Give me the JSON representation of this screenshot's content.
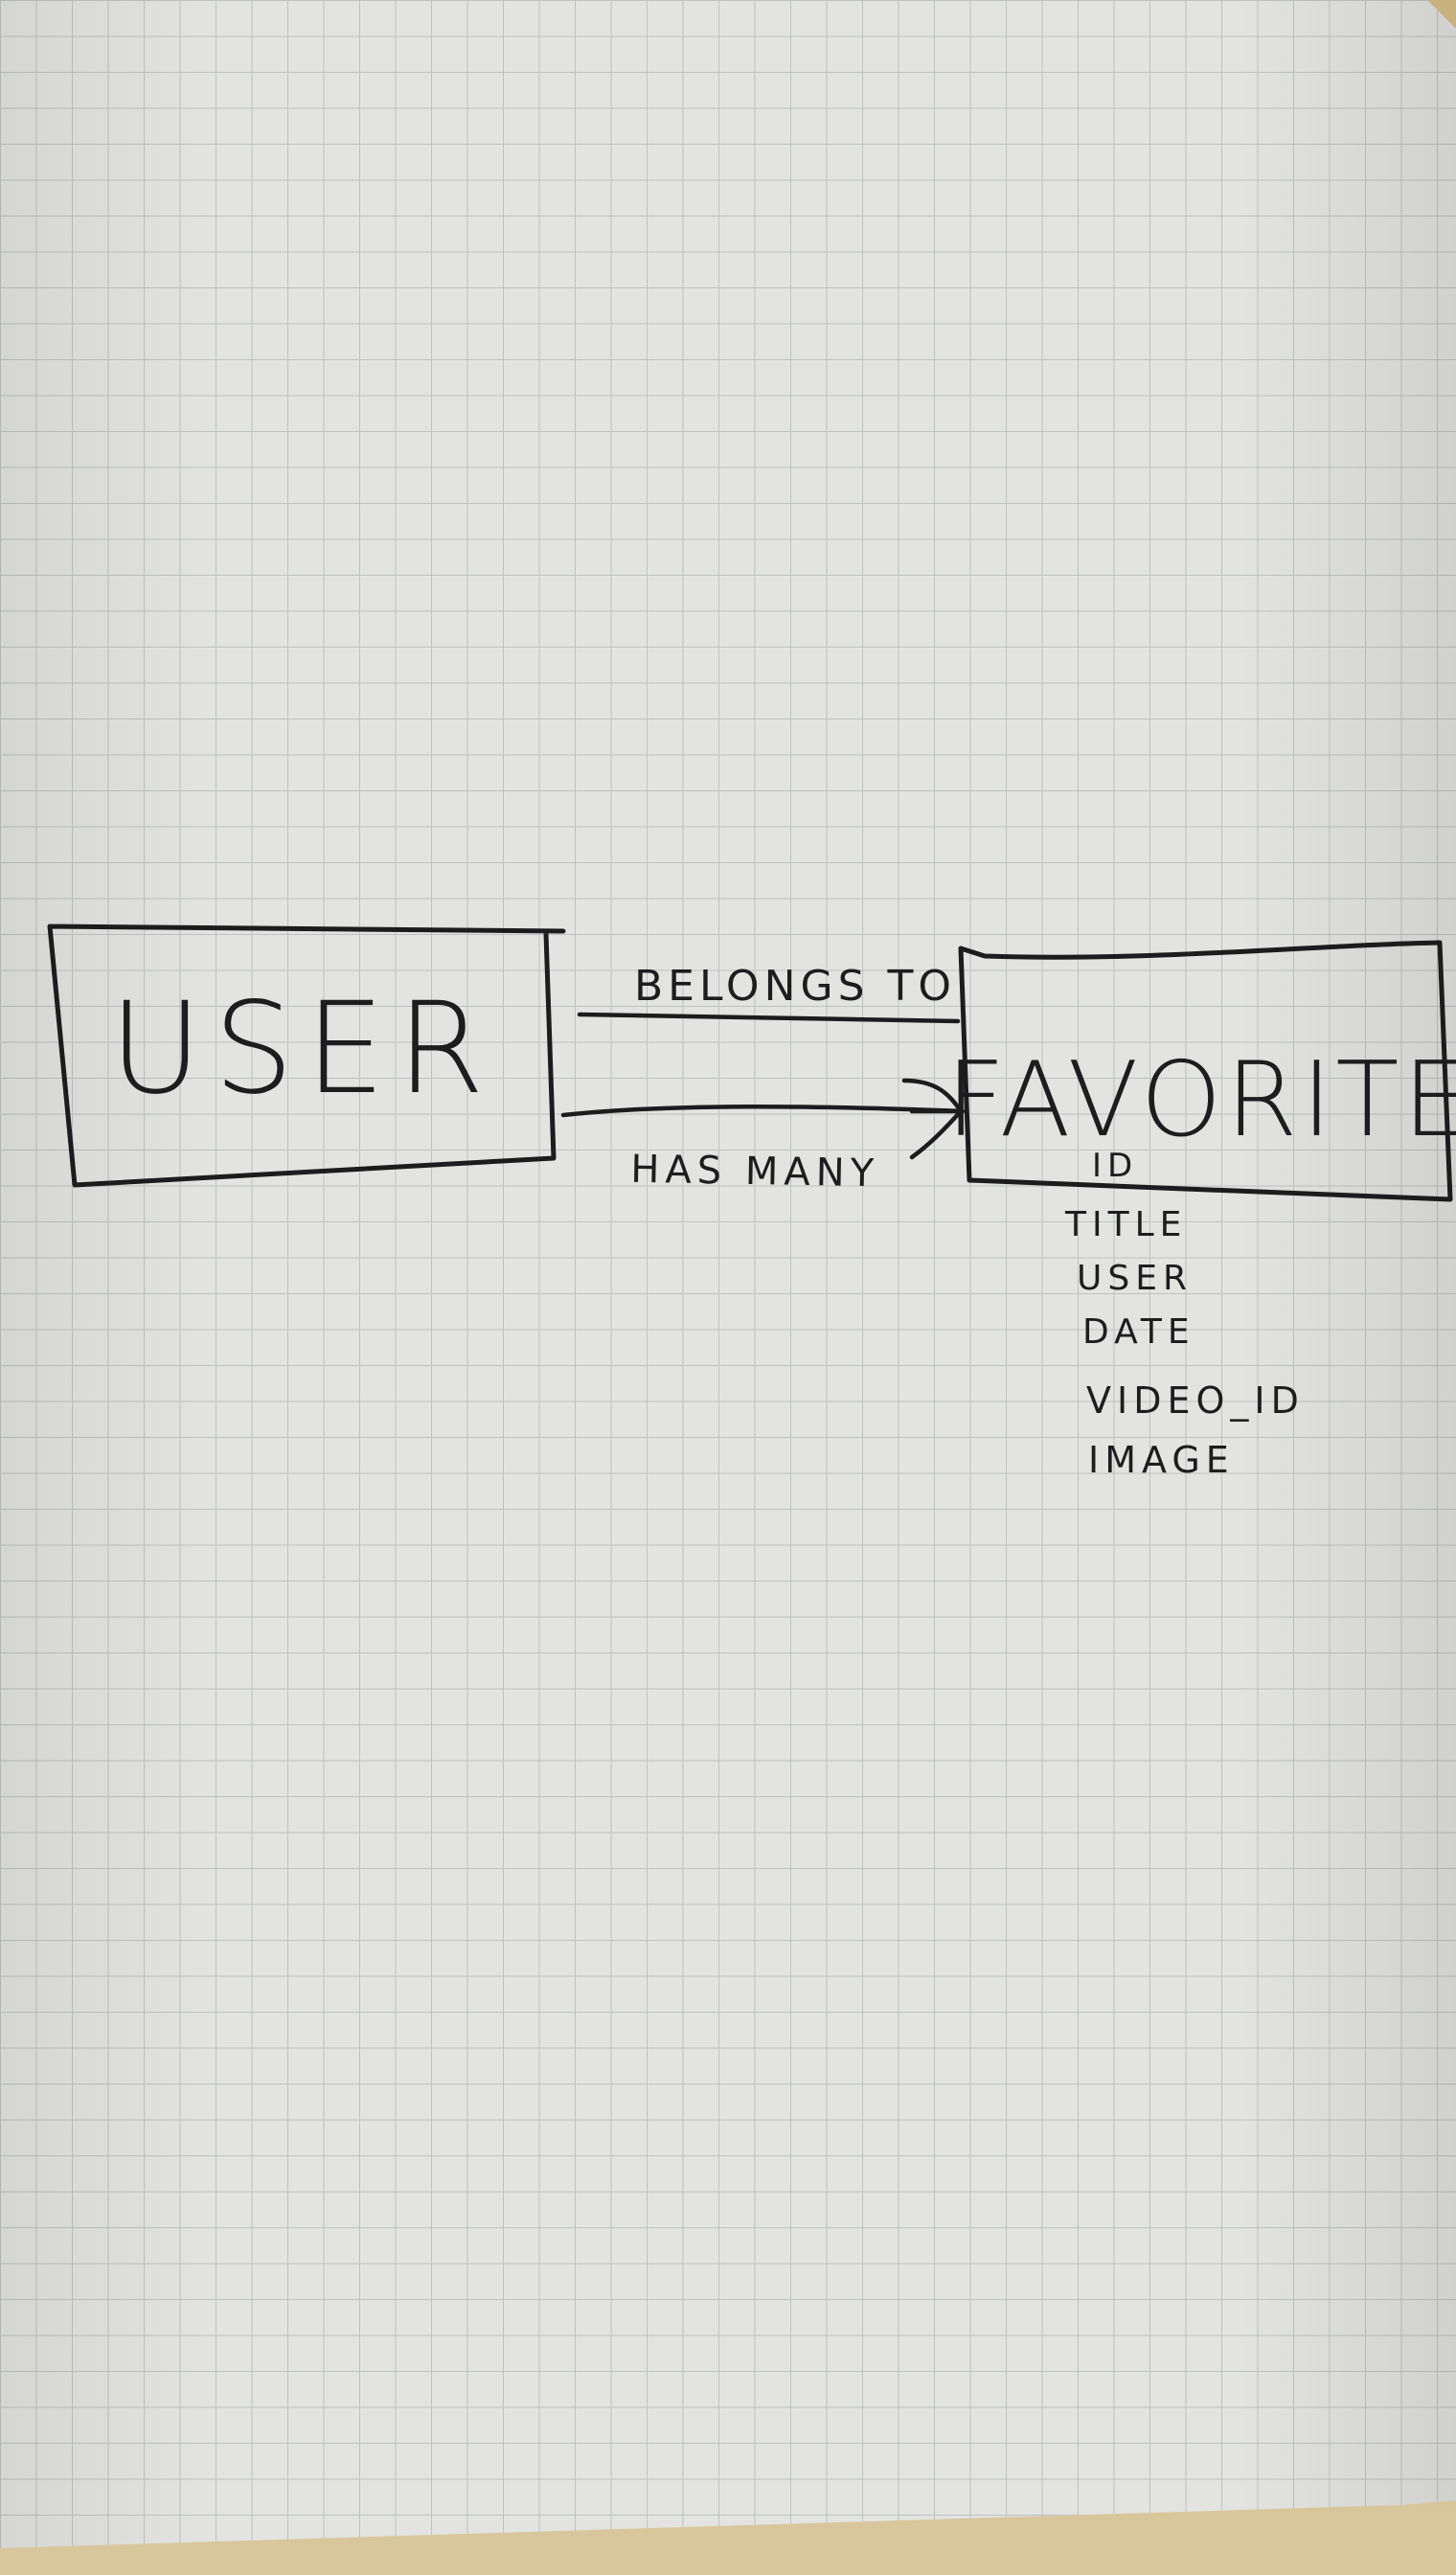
{
  "diagram": {
    "entities": [
      {
        "id": "user",
        "name": "USER"
      },
      {
        "id": "favorite",
        "name": "FAVORITE"
      }
    ],
    "relationships": [
      {
        "from": "favorite",
        "to": "user",
        "label": "BELONGS TO"
      },
      {
        "from": "user",
        "to": "favorite",
        "label": "HAS MANY"
      }
    ],
    "favorite_attributes": [
      "ID",
      "TITLE",
      "USER",
      "DATE",
      "VIDEO_ID",
      "IMAGE"
    ]
  },
  "colors": {
    "paper": "#e3e4e1",
    "grid": "#b9bdbd",
    "ink": "#1c1c1e",
    "background": "#cdb88a"
  }
}
